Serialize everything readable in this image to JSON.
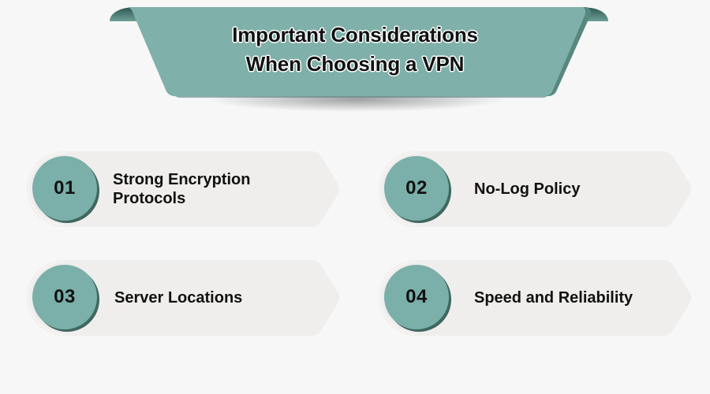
{
  "banner": {
    "title_line1": "Important Considerations",
    "title_line2": "When Choosing a VPN",
    "color": "#7fb0a9"
  },
  "items": [
    {
      "number": "01",
      "label": "Strong Encryption Protocols"
    },
    {
      "number": "02",
      "label": "No-Log Policy"
    },
    {
      "number": "03",
      "label": "Server Locations"
    },
    {
      "number": "04",
      "label": "Speed and Reliability"
    }
  ],
  "colors": {
    "background": "#f7f7f7",
    "card": "#efeeec",
    "circle": "#7bafa9",
    "circle_shadow": "#3f675f",
    "text": "#111111"
  }
}
